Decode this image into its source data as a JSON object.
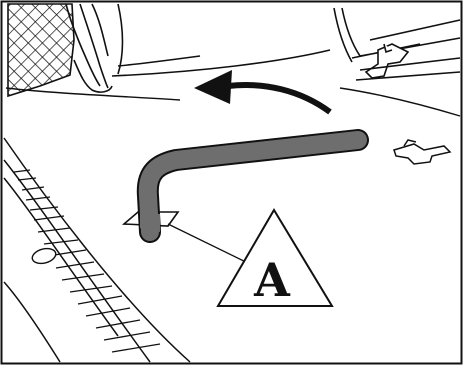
{
  "figure": {
    "callout": {
      "label": "A",
      "shape": "triangle"
    },
    "colors": {
      "line": "#111111",
      "handle_fill": "#6e6e6e",
      "background": "#ffffff"
    },
    "parts": [
      "frame",
      "cargo-net",
      "seat-back",
      "seat-bracket",
      "cargo-floor",
      "sill-plate",
      "floor-hook",
      "rotation-arrow",
      "floor-handle",
      "leader-line",
      "callout-triangle"
    ]
  }
}
